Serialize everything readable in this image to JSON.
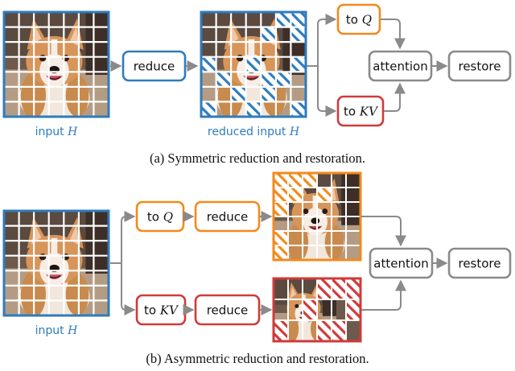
{
  "colors": {
    "blue": "#2f7bbd",
    "orange": "#f28a1c",
    "red": "#d03a3a",
    "gray": "#8a8a8a",
    "grid": "#ffffff"
  },
  "icons": {
    "image": "dog-photo-icon",
    "hatch": "diagonal-hatch-pattern"
  },
  "panel_a": {
    "input_label": "input",
    "input_var": "H",
    "reduce_label": "reduce",
    "reduced_label": "reduced input",
    "reduced_var": "H",
    "to_q_label": "to",
    "to_q_var": "Q",
    "to_kv_label": "to",
    "to_kv_var": "KV",
    "attention_label": "attention",
    "restore_label": "restore",
    "caption": "(a) Symmetric reduction and restoration."
  },
  "panel_b": {
    "input_label": "input",
    "input_var": "H",
    "to_q_label": "to",
    "to_q_var": "Q",
    "to_kv_label": "to",
    "to_kv_var": "KV",
    "reduce_q_label": "reduce",
    "reduce_kv_label": "reduce",
    "attention_label": "attention",
    "restore_label": "restore",
    "caption": "(b) Asymmetric reduction and restoration."
  }
}
